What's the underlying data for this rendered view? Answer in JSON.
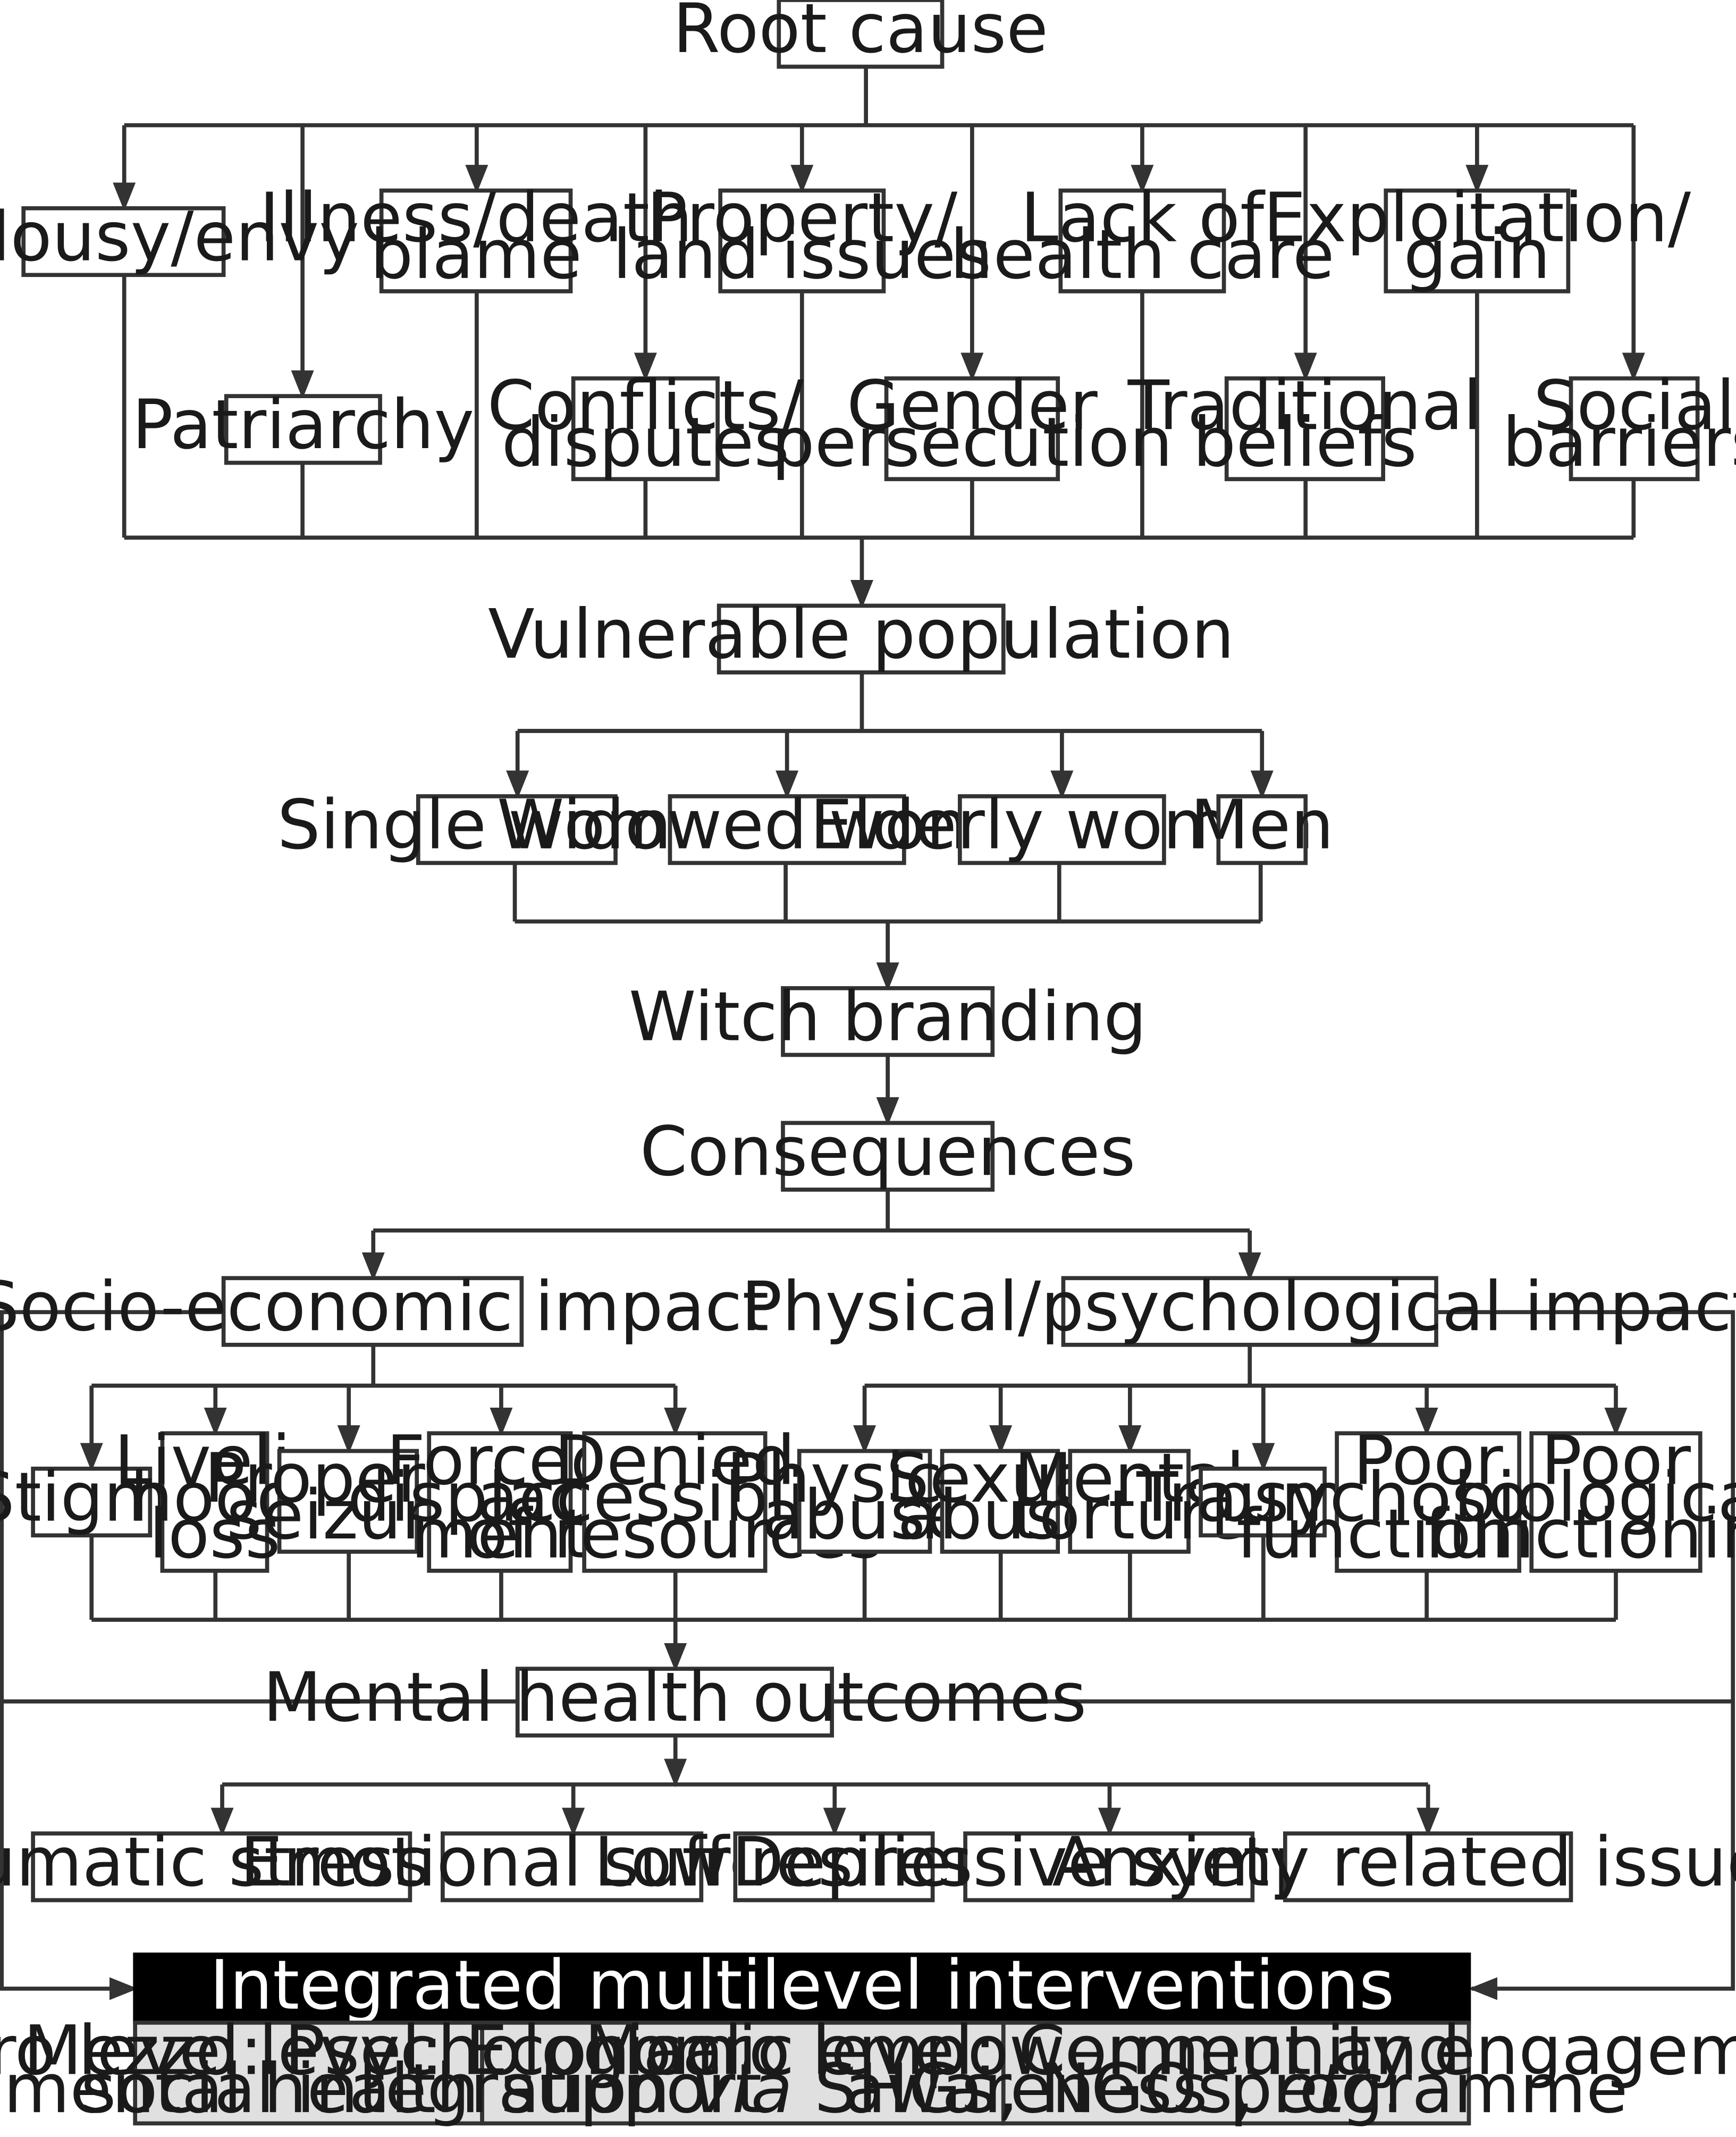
{
  "root": "Root cause",
  "causes": {
    "jealousy": [
      "Jealousy/envy"
    ],
    "patriarchy": [
      "Patriarchy"
    ],
    "illness": [
      "Illness/death",
      "blame"
    ],
    "conflicts": [
      "Conflicts/",
      "disputes"
    ],
    "property": [
      "Property/",
      "land issues"
    ],
    "gender": [
      "Gender",
      "persecution"
    ],
    "health": [
      "Lack of",
      "health care"
    ],
    "traditional": [
      "Traditional",
      "beliefs"
    ],
    "exploitation": [
      "Exploitation/",
      "gain"
    ],
    "social": [
      "Social",
      "barriers"
    ]
  },
  "vulnerable": "Vulnerable population",
  "groups": {
    "single": [
      "Single woman"
    ],
    "widowed": [
      "Widowed woman"
    ],
    "elderly": [
      "Elderly woman"
    ],
    "men": [
      "Men"
    ]
  },
  "branding": "Witch branding",
  "consequences": "Consequences",
  "impacts": {
    "socio": "Socio-economic impact",
    "physical": "Physical/psychological impact"
  },
  "socio_items": {
    "stigma": [
      "Stigma"
    ],
    "livelihood": [
      "Liveli-",
      "hood",
      "loss"
    ],
    "seizure": [
      "Property",
      "seizure"
    ],
    "displacement": [
      "Forced",
      "displace-",
      "ment"
    ],
    "denied": [
      "Denied",
      "accessiblity",
      "of resources"
    ]
  },
  "physical_items": {
    "physical_abuse": [
      "Physical",
      "abuse"
    ],
    "sexual_abuse": [
      "Sexual",
      "abuse"
    ],
    "mental_torture": [
      "Mental",
      "torture"
    ],
    "trauma": [
      "Trauma"
    ],
    "psychosocial": [
      "Poor",
      "psychosocial",
      "functioning"
    ],
    "biological": [
      "Poor",
      "biological",
      "functioning"
    ]
  },
  "mental": "Mental health outcomes",
  "outcomes": {
    "ptsd": [
      "Post traumatic stress disorder"
    ],
    "emotional": [
      "Emotional suffering"
    ],
    "resilience": [
      "Low resilience"
    ],
    "depressive": [
      "Depressive symptoms"
    ],
    "anxiety": [
      "Anxiety related issues"
    ]
  },
  "interventions": {
    "title": "Integrated multilevel interventions",
    "micro": [
      "Micro level: Psychological",
      "and mental health support"
    ],
    "mezzo_line1": "Mezzo level: Economic empowerment and",
    "mezzo_line2": {
      "a": "social integration ",
      "b": "via",
      "c": " SHGs, NGOs, ",
      "d": "etc",
      "e": "."
    },
    "macro": [
      "Macro level: Community engagement,",
      "awareness programme"
    ]
  }
}
